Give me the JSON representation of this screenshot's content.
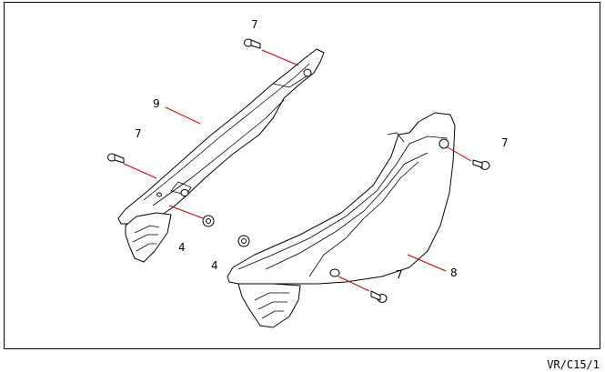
{
  "diagram": {
    "callouts": {
      "bolt_top": "7",
      "bolt_left": "7",
      "bolt_right_top": "7",
      "bolt_right_bottom": "7",
      "washer_left": "4",
      "washer_center": "4",
      "bracket": "9",
      "side_cover": "8"
    },
    "reference_code": "VR/C15/1"
  },
  "colors": {
    "leader_line": "#cc0000",
    "outline": "#000000",
    "background": "#ffffff"
  }
}
